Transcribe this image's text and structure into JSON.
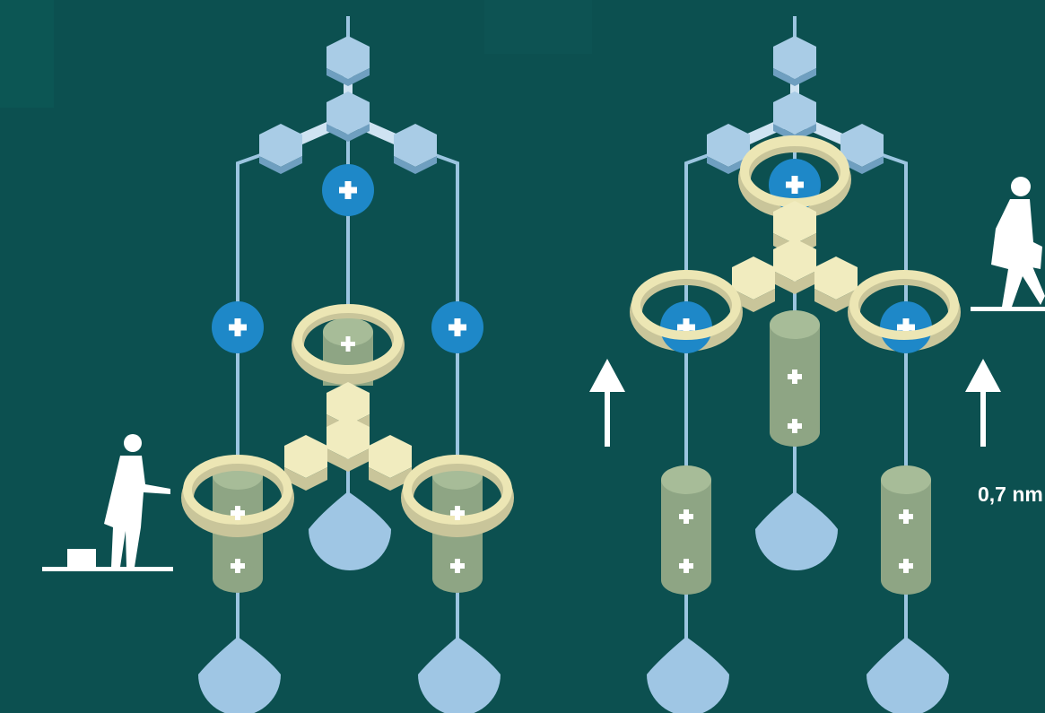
{
  "colors": {
    "background": "#0c5050",
    "shaft": "#9cc5e0",
    "positive_charge": "#1e88c8",
    "ring": "#ece6b4",
    "ring_side": "#c9c59a",
    "cylinder": "#8ea584",
    "cylinder_top": "#a7bc98",
    "hexagon_blue": "#a9cce6",
    "hexagon_yellow": "#f1ecbf",
    "paddle": "#9fc6e4",
    "foreground_white": "#ffffff"
  },
  "icons": {
    "charge": "plus-icon",
    "arrow": "arrow-up-icon",
    "worker": "standing-man-icon",
    "walker": "walking-man-icon"
  },
  "left_panel": {
    "state": "ring platform lowered"
  },
  "right_panel": {
    "state": "ring platform raised",
    "displacement_label": "0,7 nm"
  }
}
